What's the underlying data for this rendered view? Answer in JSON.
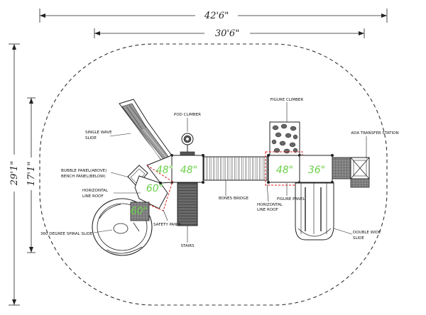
{
  "dimensions": {
    "overall_width": "42'6\"",
    "inner_width": "30'6\"",
    "overall_depth": "29'1\"",
    "inner_depth": "17'1\""
  },
  "deck_sizes": [
    "48\"",
    "48\"",
    "60\"",
    "60\"",
    "48\"",
    "36\""
  ],
  "components": {
    "pod_climber": "POD CLIMBER",
    "figure_climber": "FIGURE CLIMBER",
    "ada_transfer": "ADA TRANSFER STATION",
    "single_wave_slide_1": "SINGLE WAVE",
    "single_wave_slide_2": "SLIDE",
    "bubble_panel_1": "BUBBLE PANEL(ABOVE)",
    "bubble_panel_2": "BENCH PANEL(BELOW)",
    "horizontal_roof_left_1": "HORIZONTAL",
    "horizontal_roof_left_2": "LINE ROOF",
    "spiral_slide": "360 DEGREE SPIRAL SLIDE",
    "safety_panel": "SAFETY PANEL",
    "stairs": "STAIRS",
    "bones_bridge": "BONES BRIDGE",
    "figure_panel": "FIGURE PANEL",
    "horizontal_roof_right_1": "HORIZONTAL",
    "horizontal_roof_right_2": "LINE ROOF",
    "double_wide_slide_1": "DOUBLE WIDE",
    "double_wide_slide_2": "SLIDE"
  },
  "colors": {
    "line": "#222222",
    "deck_label": "#6cd14a",
    "roof_outline": "#e02020",
    "fill_dark": "#444444",
    "fill_mid": "#8a8a8a"
  }
}
